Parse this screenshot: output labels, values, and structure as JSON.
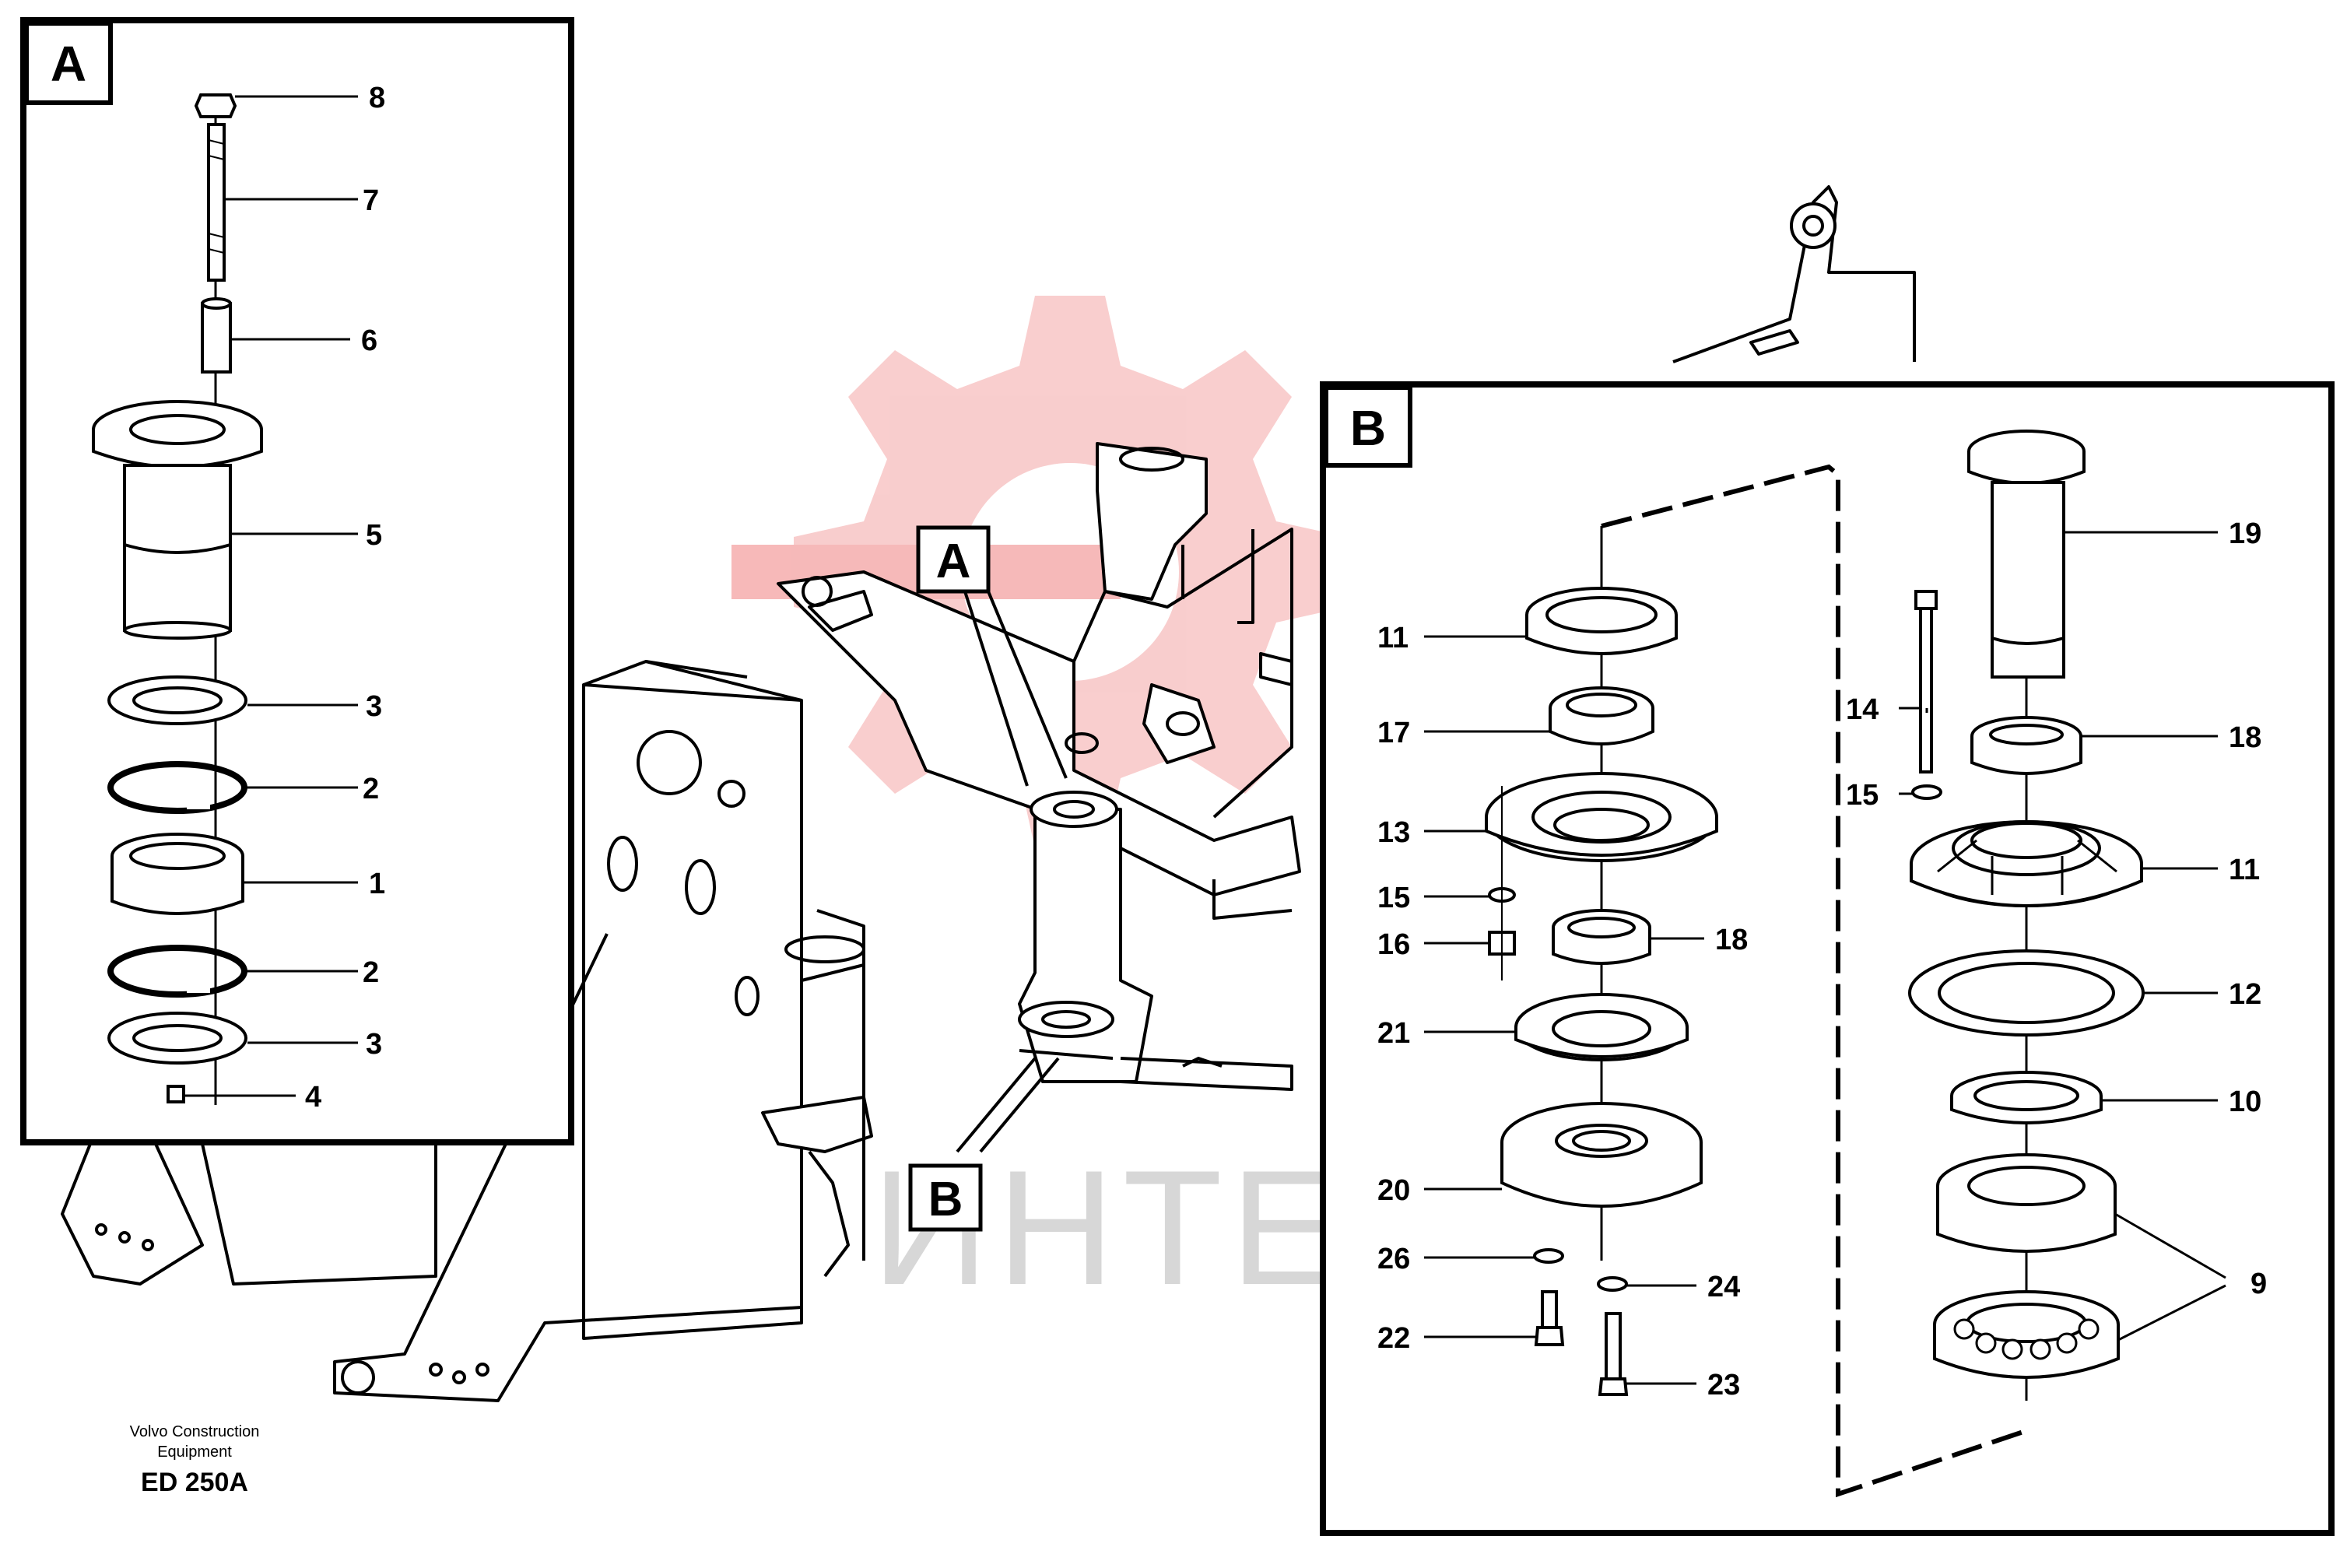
{
  "panels": {
    "a": {
      "letter": "A"
    },
    "b": {
      "letter": "B"
    }
  },
  "frame_callouts": {
    "a": "A",
    "b": "B"
  },
  "part_numbers": {
    "a": [
      "8",
      "7",
      "6",
      "5",
      "3",
      "2",
      "1",
      "2",
      "3",
      "4"
    ],
    "b_left": [
      "11",
      "17",
      "13",
      "15",
      "16",
      "18",
      "21",
      "20",
      "26",
      "24",
      "22",
      "23"
    ],
    "b_right": [
      "19",
      "14",
      "18",
      "15",
      "11",
      "12",
      "10",
      "9"
    ]
  },
  "watermark": {
    "text": "ИНТЕХ",
    "logo_color": "#f4a6a6"
  },
  "credit": {
    "line1": "Volvo Construction",
    "line2": "Equipment",
    "code": "ED 250A"
  }
}
